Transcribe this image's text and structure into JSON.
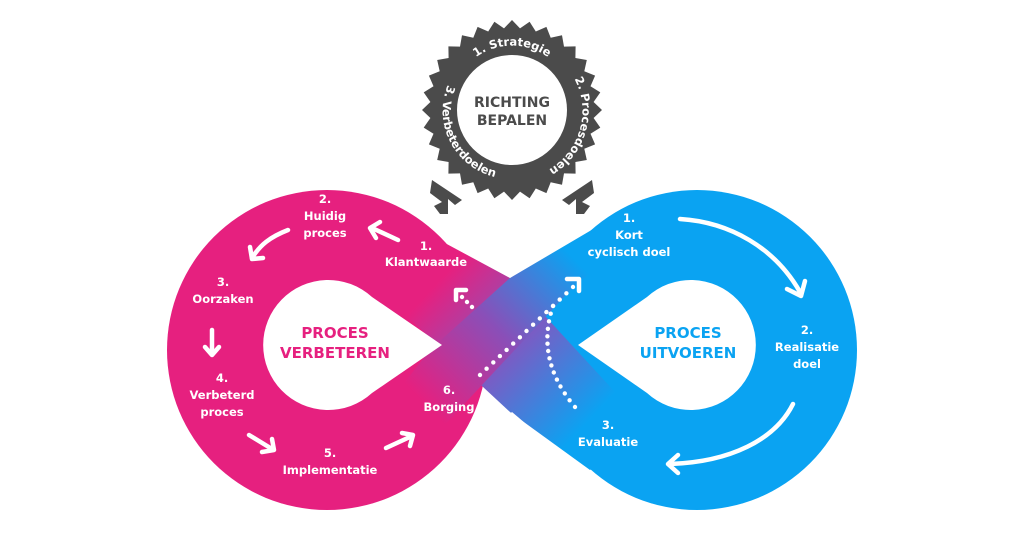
{
  "colors": {
    "pink": "#E6207F",
    "blue": "#0AA3F2",
    "gray": "#4B4B4B",
    "white": "#FFFFFF"
  },
  "gear": {
    "title_line1": "RICHTING",
    "title_line2": "BEPALEN",
    "arc_items": [
      "1. Strategie",
      "2. Procesdoelen",
      "3. Verbeterdoelen"
    ]
  },
  "left_loop": {
    "title_line1": "PROCES",
    "title_line2": "VERBETEREN",
    "steps": [
      {
        "num": "1.",
        "lines": [
          "Klantwaarde"
        ]
      },
      {
        "num": "2.",
        "lines": [
          "Huidig",
          "proces"
        ]
      },
      {
        "num": "3.",
        "lines": [
          "Oorzaken"
        ]
      },
      {
        "num": "4.",
        "lines": [
          "Verbeterd",
          "proces"
        ]
      },
      {
        "num": "5.",
        "lines": [
          "Implementatie"
        ]
      },
      {
        "num": "6.",
        "lines": [
          "Borging"
        ]
      }
    ]
  },
  "right_loop": {
    "title_line1": "PROCES",
    "title_line2": "UITVOEREN",
    "steps": [
      {
        "num": "1.",
        "lines": [
          "Kort",
          "cyclisch doel"
        ]
      },
      {
        "num": "2.",
        "lines": [
          "Realisatie",
          "doel"
        ]
      },
      {
        "num": "3.",
        "lines": [
          "Evaluatie"
        ]
      }
    ]
  }
}
